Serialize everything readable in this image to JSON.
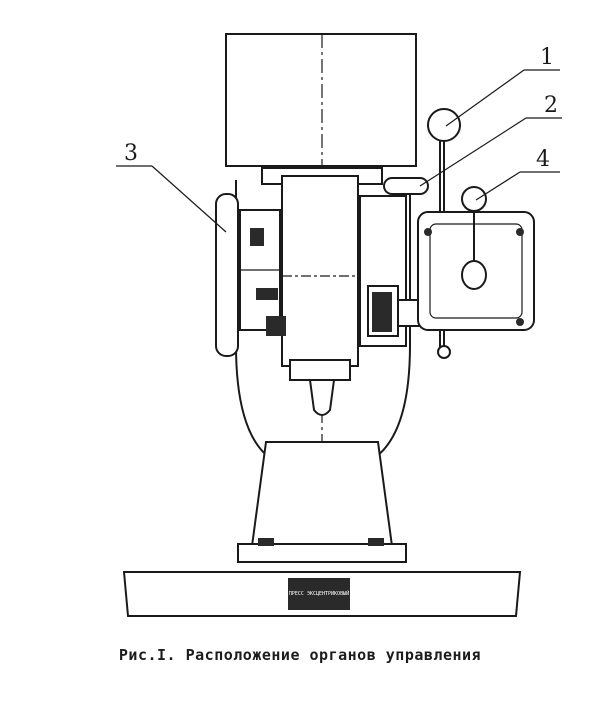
{
  "callouts": [
    "1",
    "2",
    "3",
    "4"
  ],
  "caption": "Рис.I. Расположение органов управления",
  "plate_label": "ПРЕСС ЭКСЦЕНТРИКОВЫЙ"
}
